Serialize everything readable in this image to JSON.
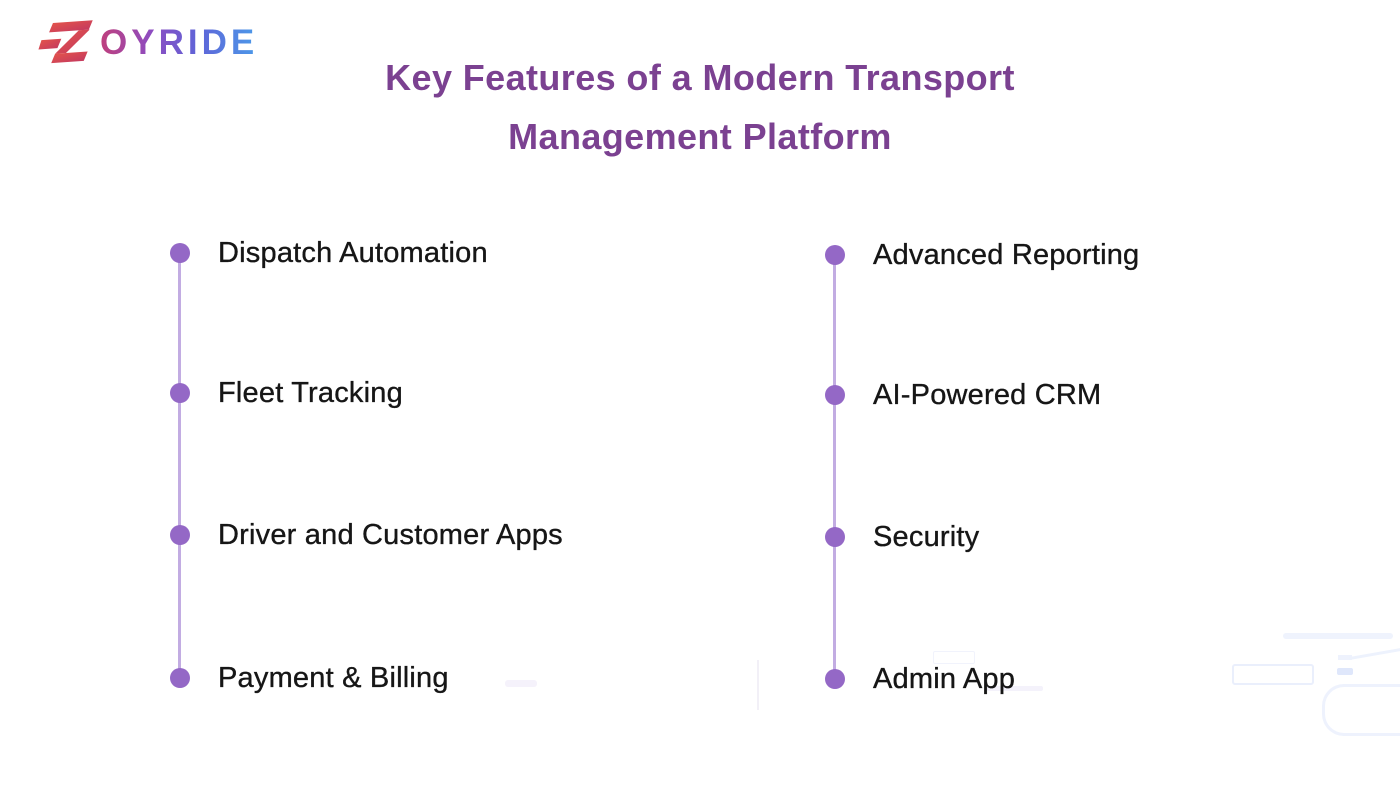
{
  "logo": {
    "brand": "ZOYRIDE",
    "wordmark": "OYRIDE",
    "mark_icon": "double-z-logo-icon"
  },
  "title": {
    "line1": "Key Features of a Modern Transport",
    "line2": "Management Platform"
  },
  "features": {
    "left": [
      "Dispatch Automation",
      "Fleet Tracking",
      "Driver and Customer Apps",
      "Payment & Billing"
    ],
    "right": [
      "Advanced Reporting",
      "AI-Powered CRM",
      "Security",
      "Admin App"
    ]
  },
  "colors": {
    "title_text": "#7b4191",
    "feature_text": "#161616",
    "bullet_fill": "#9468c6",
    "timeline_line": "#c2ace2",
    "logo_mark_gradient_start": "#e4544a",
    "logo_mark_gradient_end": "#c33960",
    "wordmark_gradient": [
      "#bf3f7c",
      "#8e4cc0",
      "#5f64d8",
      "#4b9ae9"
    ],
    "background": "#ffffff"
  }
}
